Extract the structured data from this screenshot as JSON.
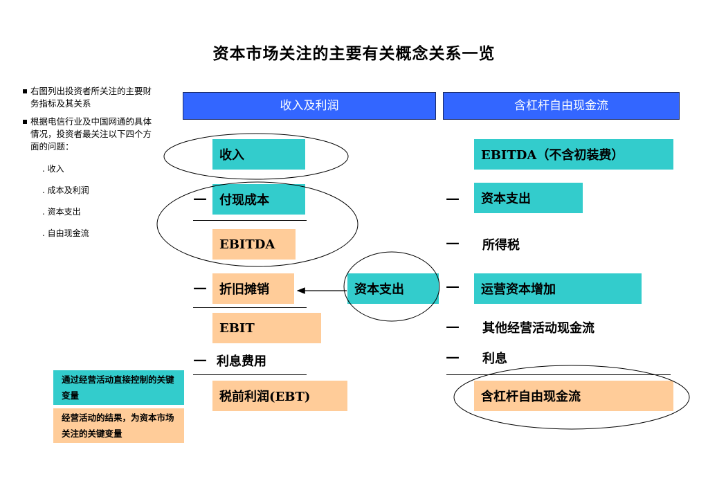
{
  "title": "资本市场关注的主要有关概念关系一览",
  "notes": {
    "bullet1": "右图列出投资者所关注的主要财务指标及其关系",
    "bullet2": "根据电信行业及中国网通的具体情况，投资者最关注以下四个方面的问题：",
    "items": [
      ". 收入",
      ". 成本及利润",
      ". 资本支出",
      ". 自由现金流"
    ]
  },
  "headers": {
    "left": "收入及利润",
    "right": "含杠杆自由现金流"
  },
  "left_column": {
    "revenue": "收入",
    "cash_cost": "付现成本",
    "ebitda": "EBITDA",
    "depreciation": "折旧摊销",
    "ebit": "EBIT",
    "interest_expense": "利息费用",
    "ebt": "税前利润(EBT)"
  },
  "middle": {
    "capex": "资本支出"
  },
  "right_column": {
    "ebitda_excl": "EBITDA（不含初装费）",
    "capex": "资本支出",
    "income_tax": "所得税",
    "working_capital": "运营资本增加",
    "other_cf": "其他经营活动现金流",
    "interest": "利息",
    "levered_fcf": "含杠杆自由现金流"
  },
  "dash_symbol": "—",
  "legend": {
    "teal": "通过经营活动直接控制的关键变量",
    "peach": "经营活动的结果，为资本市场关注的关键变量"
  },
  "colors": {
    "header_blue": "#3366ff",
    "teal": "#33cccc",
    "peach": "#ffcc99"
  }
}
